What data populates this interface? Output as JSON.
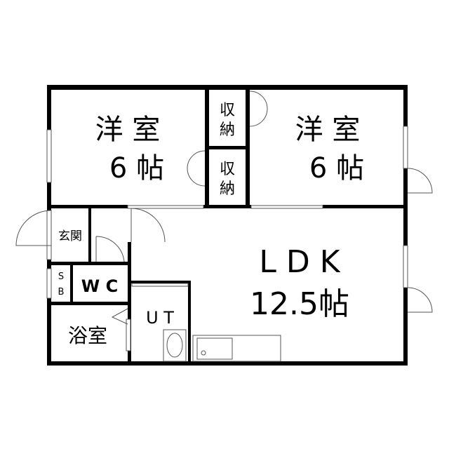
{
  "rooms": {
    "western_room_left": {
      "name": "洋 室",
      "size": "6 帖"
    },
    "western_room_right": {
      "name": "洋 室",
      "size": "6 帖"
    },
    "storage_top": "収\n納",
    "storage_top_lines": [
      "収",
      "納"
    ],
    "storage_bottom_lines": [
      "収",
      "納"
    ],
    "entrance": "玄関",
    "shoe_box_lines": [
      "S",
      "B"
    ],
    "wc": "W C",
    "bath": "浴室",
    "utility": "U T",
    "ldk": {
      "name": "L D K",
      "size": "12.5帖"
    }
  },
  "colors": {
    "wall": "#000000",
    "line": "#555555",
    "background": "#ffffff"
  }
}
